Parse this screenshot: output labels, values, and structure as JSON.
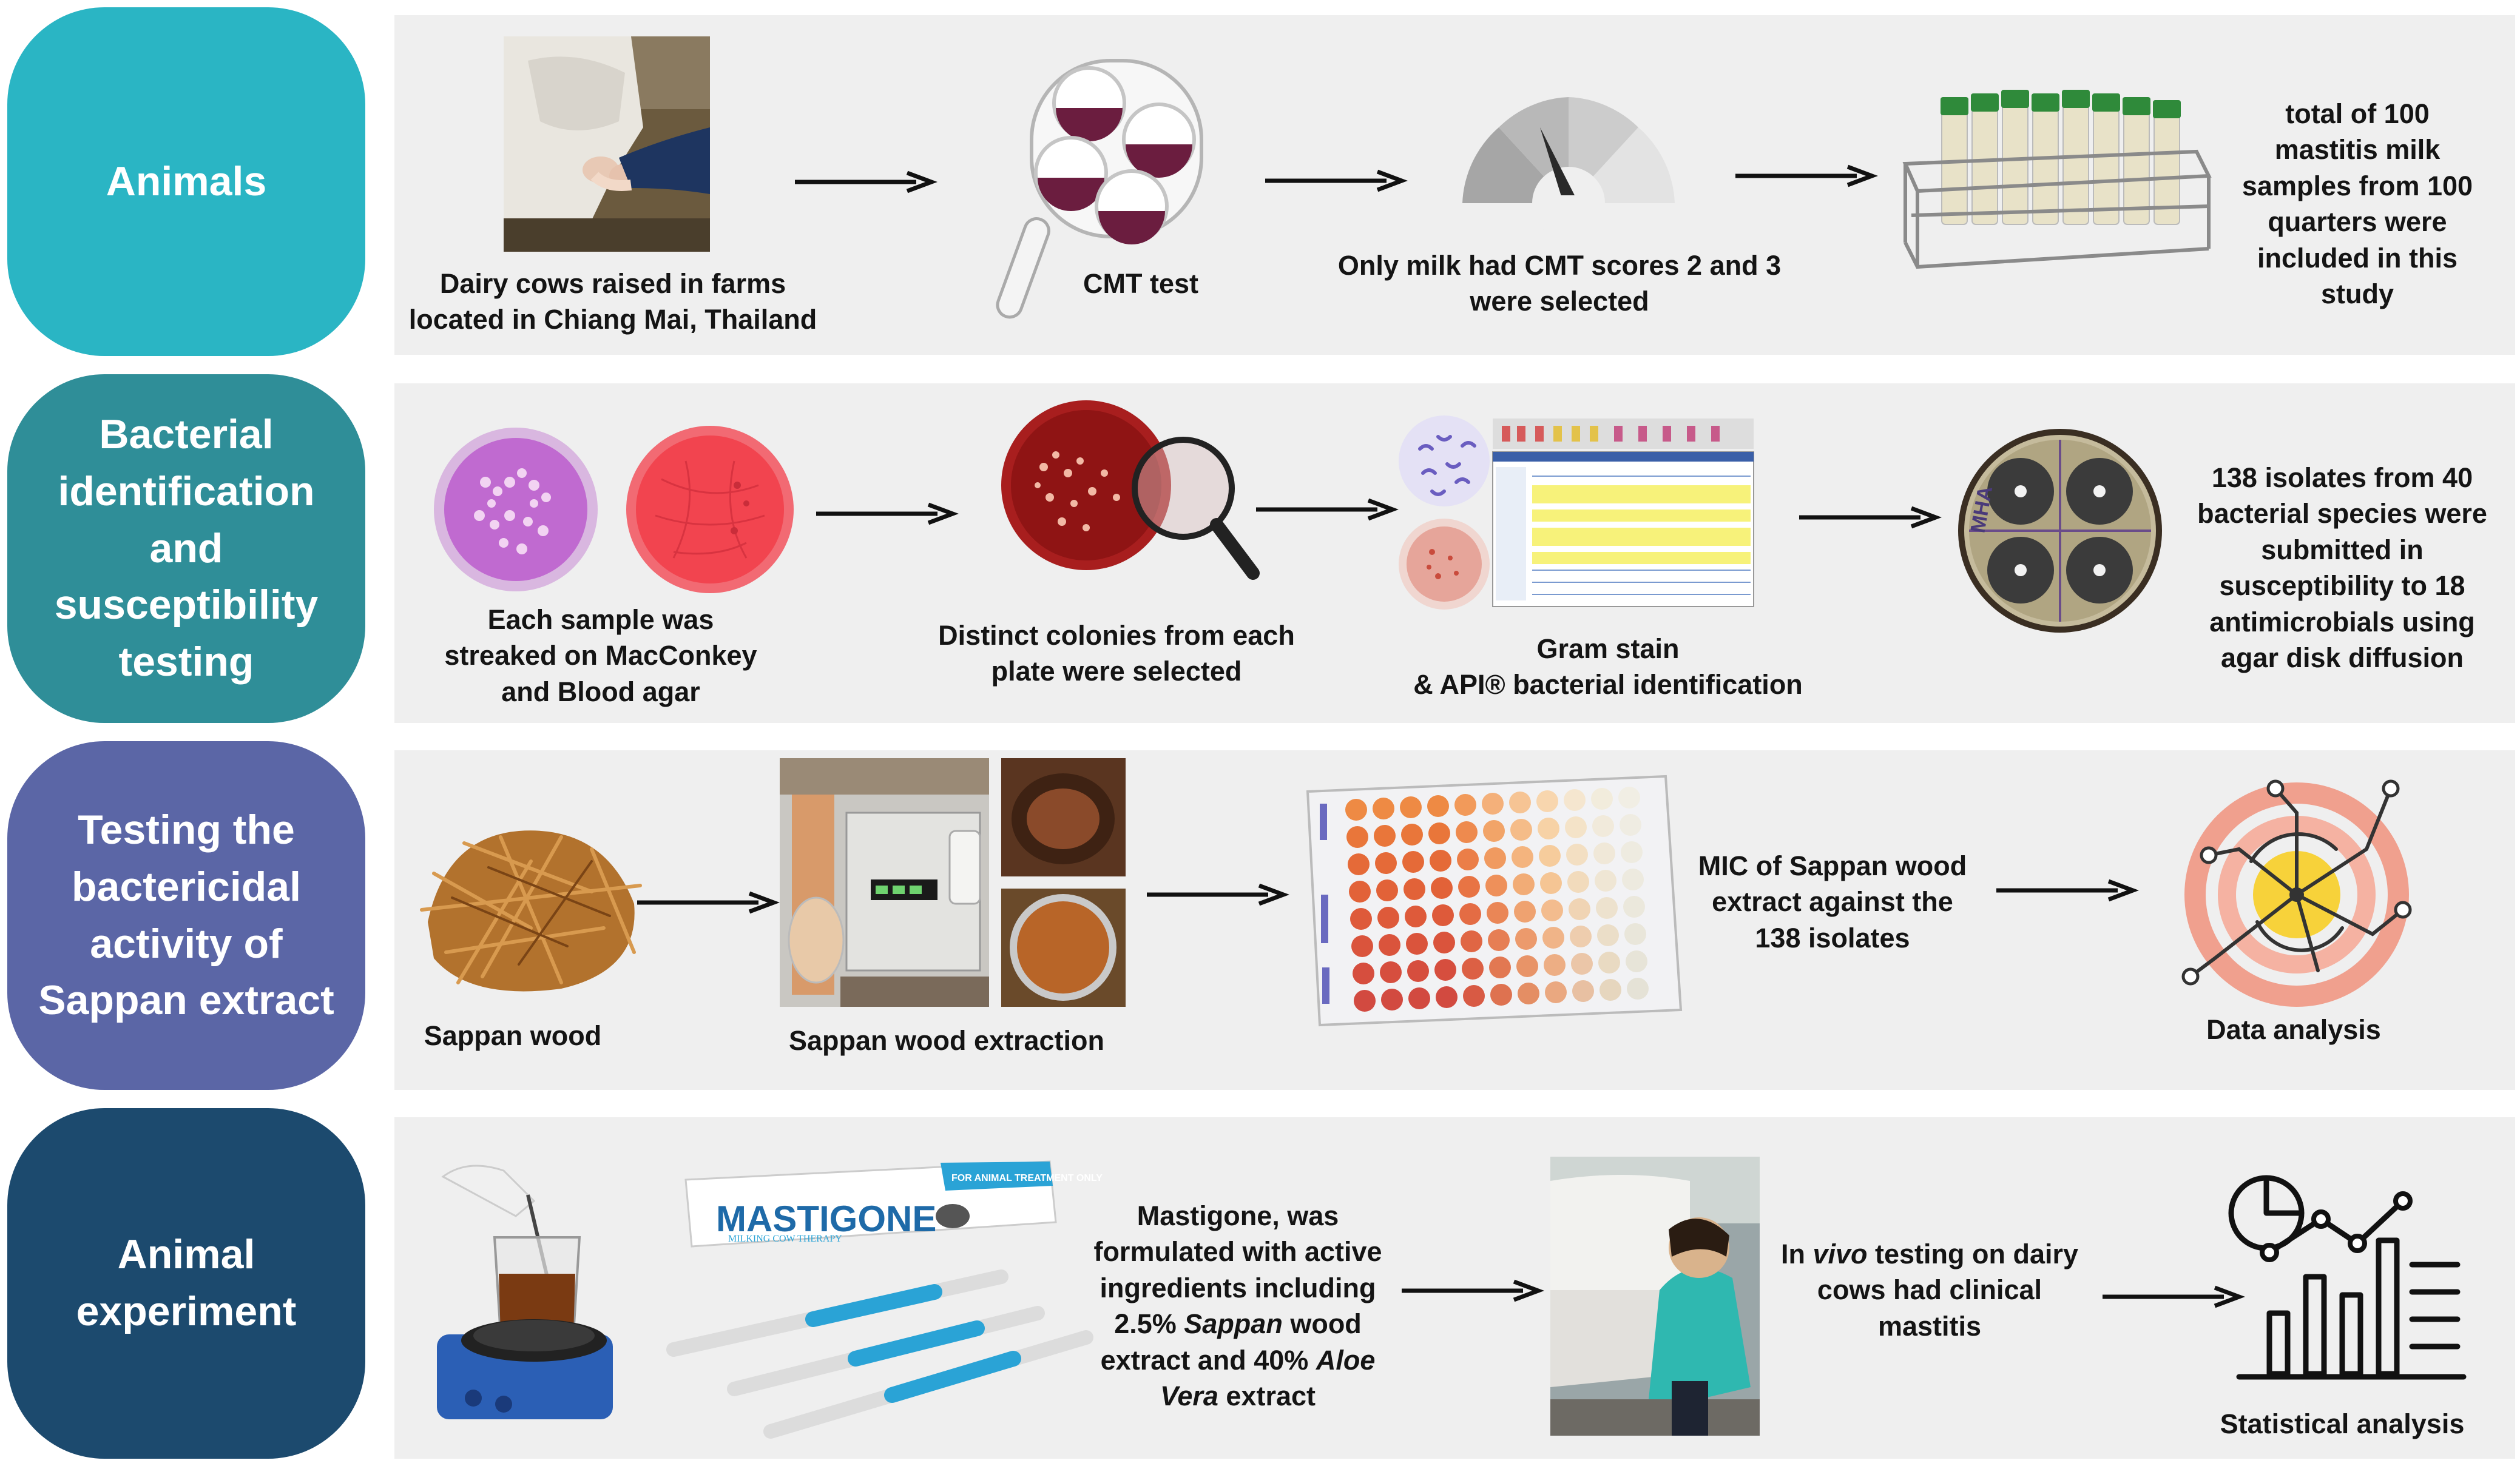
{
  "rows": [
    {
      "label": "Animals",
      "color": "#2ab5c4",
      "steps": [
        {
          "caption": "Dairy cows raised in farms\nlocated in Chiang Mai, Thailand",
          "icon": "cow-milking-photo"
        },
        {
          "caption": "CMT test",
          "icon": "cmt-paddle-icon"
        },
        {
          "caption": "Only milk had CMT scores 2 and 3\nwere selected",
          "icon": "gauge-icon"
        },
        {
          "caption": "total of 100\nmastitis milk\nsamples from 100\nquarters were\nincluded in this\nstudy",
          "icon": "tube-rack-icon"
        }
      ]
    },
    {
      "label": "Bacterial\nidentification\nand\nsusceptibility\ntesting",
      "color": "#2f8e98",
      "steps": [
        {
          "caption": "Each sample was\nstreaked on MacConkey\nand Blood agar",
          "icon": "agar-plates-icon"
        },
        {
          "caption": "Distinct colonies from each\nplate were selected",
          "icon": "magnifier-plate-icon"
        },
        {
          "caption": "Gram stain\n& API® bacterial identification",
          "icon": "gram-stain-api-icon"
        },
        {
          "caption": "138 isolates from 40\nbacterial species were\nsubmitted in\nsusceptibility to 18\nantimicrobials using\nagar disk diffusion",
          "icon": "disk-diffusion-icon",
          "plate_label": "MHA"
        }
      ]
    },
    {
      "label": "Testing the\nbactericidal\nactivity of\nSappan extract",
      "color": "#5b66a6",
      "steps": [
        {
          "caption": "Sappan wood",
          "icon": "sappan-wood-icon"
        },
        {
          "caption": "Sappan wood extraction",
          "icon": "extraction-photo"
        },
        {
          "caption": "MIC of Sappan wood\nextract against the\n138 isolates",
          "icon": "microplate-icon"
        },
        {
          "caption": "Data analysis",
          "icon": "data-analysis-icon"
        }
      ]
    },
    {
      "label": "Animal\nexperiment",
      "color": "#1c4a6e",
      "steps": [
        {
          "caption": "",
          "icon": "magnetic-stirrer-icon"
        },
        {
          "caption": "",
          "icon": "mastigone-syringes-icon",
          "brand": "MASTIGONE",
          "brand_sub": "MILKING COW THERAPY",
          "box_note": "FOR ANIMAL TREATMENT ONLY"
        },
        {
          "caption_html": "Mastigone, was<br>formulated with active<br>ingredients including<br>2.5% <em>Sappan</em> wood<br>extract and 40% <em>Aloe<br>Vera</em> extract",
          "icon": "formulation-text"
        },
        {
          "caption_html": "In <em>vivo</em> testing on dairy<br>cows had clinical<br>mastitis",
          "icon": "in-vivo-photo"
        },
        {
          "caption": "Statistical analysis",
          "icon": "statistics-icon"
        }
      ]
    }
  ]
}
